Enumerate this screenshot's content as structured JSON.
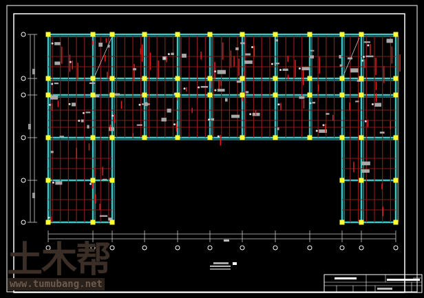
{
  "drawing": {
    "type": "structural floor beam layout plan (CAD)",
    "colors": {
      "background": "#000000",
      "frame": "#ffffff",
      "main_beam": "#3cc8c8",
      "secondary_beam": "#8b1a1a",
      "rebar": "#e02020",
      "column": "#ffff33",
      "annotation": "#b0b0b0"
    },
    "grid_x_count": 12,
    "grid_y_count": 6
  },
  "watermark": {
    "logo_text": "土木帮",
    "url": "www.tumubang.net"
  }
}
